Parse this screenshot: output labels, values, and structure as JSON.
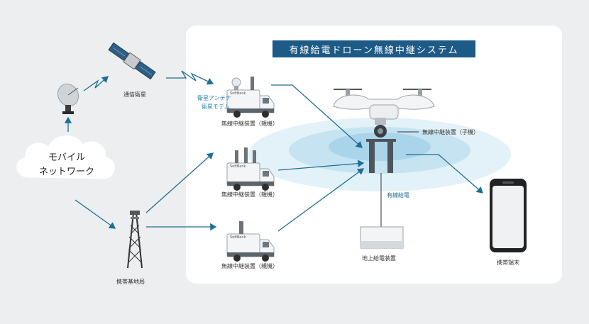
{
  "title": "有線給電ドローン無線中継システム",
  "cloud": {
    "line1": "モバイル",
    "line2": "ネットワーク"
  },
  "labels": {
    "satellite": "通信衛星",
    "antenna_line1": "衛星アンテナ",
    "antenna_line2": "衛星モデム",
    "relay_parent_1": "無線中継装置（親機）",
    "relay_parent_2": "無線中継装置（親機）",
    "relay_parent_3": "無線中継装置（親機）",
    "relay_child": "無線中継装置（子機）",
    "wired_power": "有線給電",
    "ground_power": "地上給電装置",
    "base_station": "携帯基地局",
    "terminal": "携帯端末",
    "truck_brand": "SoftBank"
  },
  "colors": {
    "accent": "#1d5a86",
    "arrow": "#1f6e94",
    "coverage": "#b9dcee",
    "antenna_text": "#2a86b8"
  },
  "icons": [
    "satellite-icon",
    "dish-icon",
    "tower-icon",
    "truck-icon",
    "drone-icon",
    "phone-icon",
    "power-unit-icon"
  ]
}
